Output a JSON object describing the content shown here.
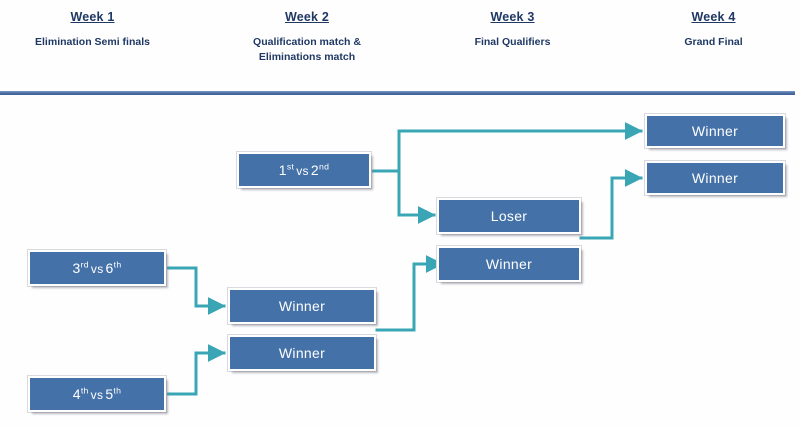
{
  "columns": [
    {
      "week": "Week 1",
      "subtitle": "Elimination Semi finals"
    },
    {
      "week": "Week 2",
      "subtitle": "Qualification match &\nEliminations match"
    },
    {
      "week": "Week 3",
      "subtitle": "Final Qualifiers"
    },
    {
      "week": "Week 4",
      "subtitle": "Grand Final"
    }
  ],
  "nodes": {
    "w1_top": {
      "text": "3rd vs 6th",
      "ordinal": true,
      "base1": "3",
      "sup1": "rd",
      "base2": "6",
      "sup2": "th"
    },
    "w1_bottom": {
      "text": "4th vs 5th",
      "ordinal": true,
      "base1": "4",
      "sup1": "th",
      "base2": "5",
      "sup2": "th"
    },
    "w2_top": {
      "text": "1st vs 2nd",
      "ordinal": true,
      "base1": "1",
      "sup1": "st",
      "base2": "2",
      "sup2": "nd"
    },
    "w2_mid": {
      "text": "Winner",
      "ordinal": false
    },
    "w2_low": {
      "text": "Winner",
      "ordinal": false
    },
    "w3_top": {
      "text": "Loser",
      "ordinal": false
    },
    "w3_bottom": {
      "text": "Winner",
      "ordinal": false
    },
    "w4_top": {
      "text": "Winner",
      "ordinal": false
    },
    "w4_bottom": {
      "text": "Winner",
      "ordinal": false
    }
  },
  "separator_word": "vs",
  "colors": {
    "box_fill": "#4472a8",
    "box_border": "#ffffff",
    "connector": "#3aa5b5",
    "header_text": "#1f3864",
    "header_rule": "#4f71a8",
    "background": "#fefefe"
  }
}
